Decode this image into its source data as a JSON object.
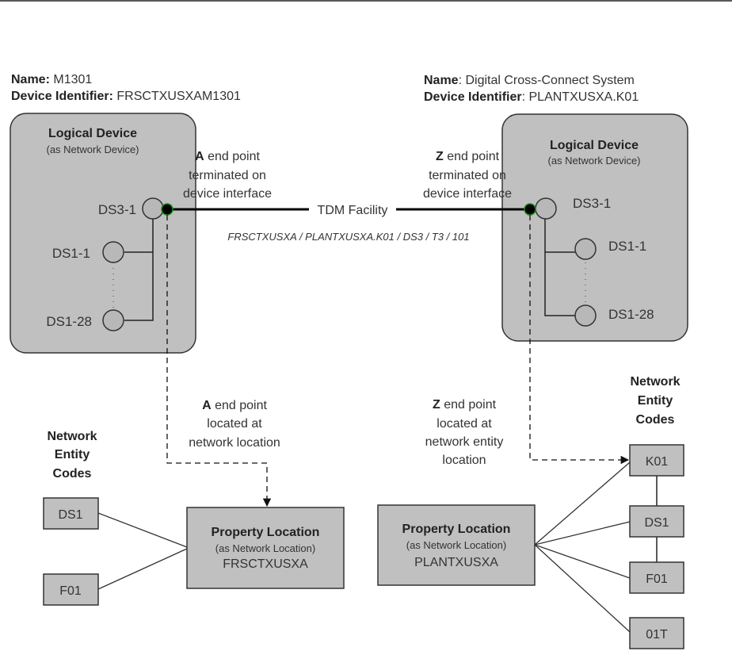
{
  "left_device": {
    "name_label": "Name:",
    "name_value": "M1301",
    "identifier_label": "Device Identifier:",
    "identifier_value": "FRSCTXUSXAM1301",
    "title": "Logical Device",
    "subtitle": "(as Network Device)",
    "ports": [
      "DS3-1",
      "DS1-1",
      "DS1-28"
    ]
  },
  "right_device": {
    "name_label": "Name",
    "name_value": ": Digital Cross-Connect System",
    "identifier_label": "Device Identifier",
    "identifier_value": ": PLANTXUSXA.K01",
    "title": "Logical Device",
    "subtitle": "(as Network Device)",
    "ports": [
      "DS3-1",
      "DS1-1",
      "DS1-28"
    ]
  },
  "facility": {
    "label": "TDM Facility",
    "path": "FRSCTXUSXA / PLANTXUSXA.K01 / DS3 / T3 / 101"
  },
  "a_termination": {
    "letter": "A",
    "lines": [
      " end point",
      "terminated on",
      "device interface"
    ]
  },
  "z_termination": {
    "letter": "Z",
    "lines": [
      " end point",
      "terminated on",
      "device interface"
    ]
  },
  "a_location_note": {
    "letter": "A",
    "lines": [
      " end point",
      "located at",
      "network location"
    ]
  },
  "z_location_note": {
    "letter": "Z",
    "lines": [
      " end point",
      "located at",
      "network entity",
      "location"
    ]
  },
  "left_location": {
    "title": "Property Location",
    "subtitle": "(as Network Location)",
    "code": "FRSCTXUSXA",
    "codes_heading": [
      "Network",
      "Entity",
      "Codes"
    ],
    "entity_codes": [
      "DS1",
      "F01"
    ]
  },
  "right_location": {
    "title": "Property Location",
    "subtitle": "(as Network Location)",
    "code": "PLANTXUSXA",
    "codes_heading": [
      "Network",
      "Entity",
      "Codes"
    ],
    "entity_codes": [
      "K01",
      "DS1",
      "F01",
      "01T"
    ]
  },
  "colors": {
    "box_fill": "#c0c0c0",
    "port_fill": "#b8b8b8",
    "endpoint_fill": "#000000",
    "endpoint_ring": "#1a8a1a",
    "stroke": "#333333"
  }
}
